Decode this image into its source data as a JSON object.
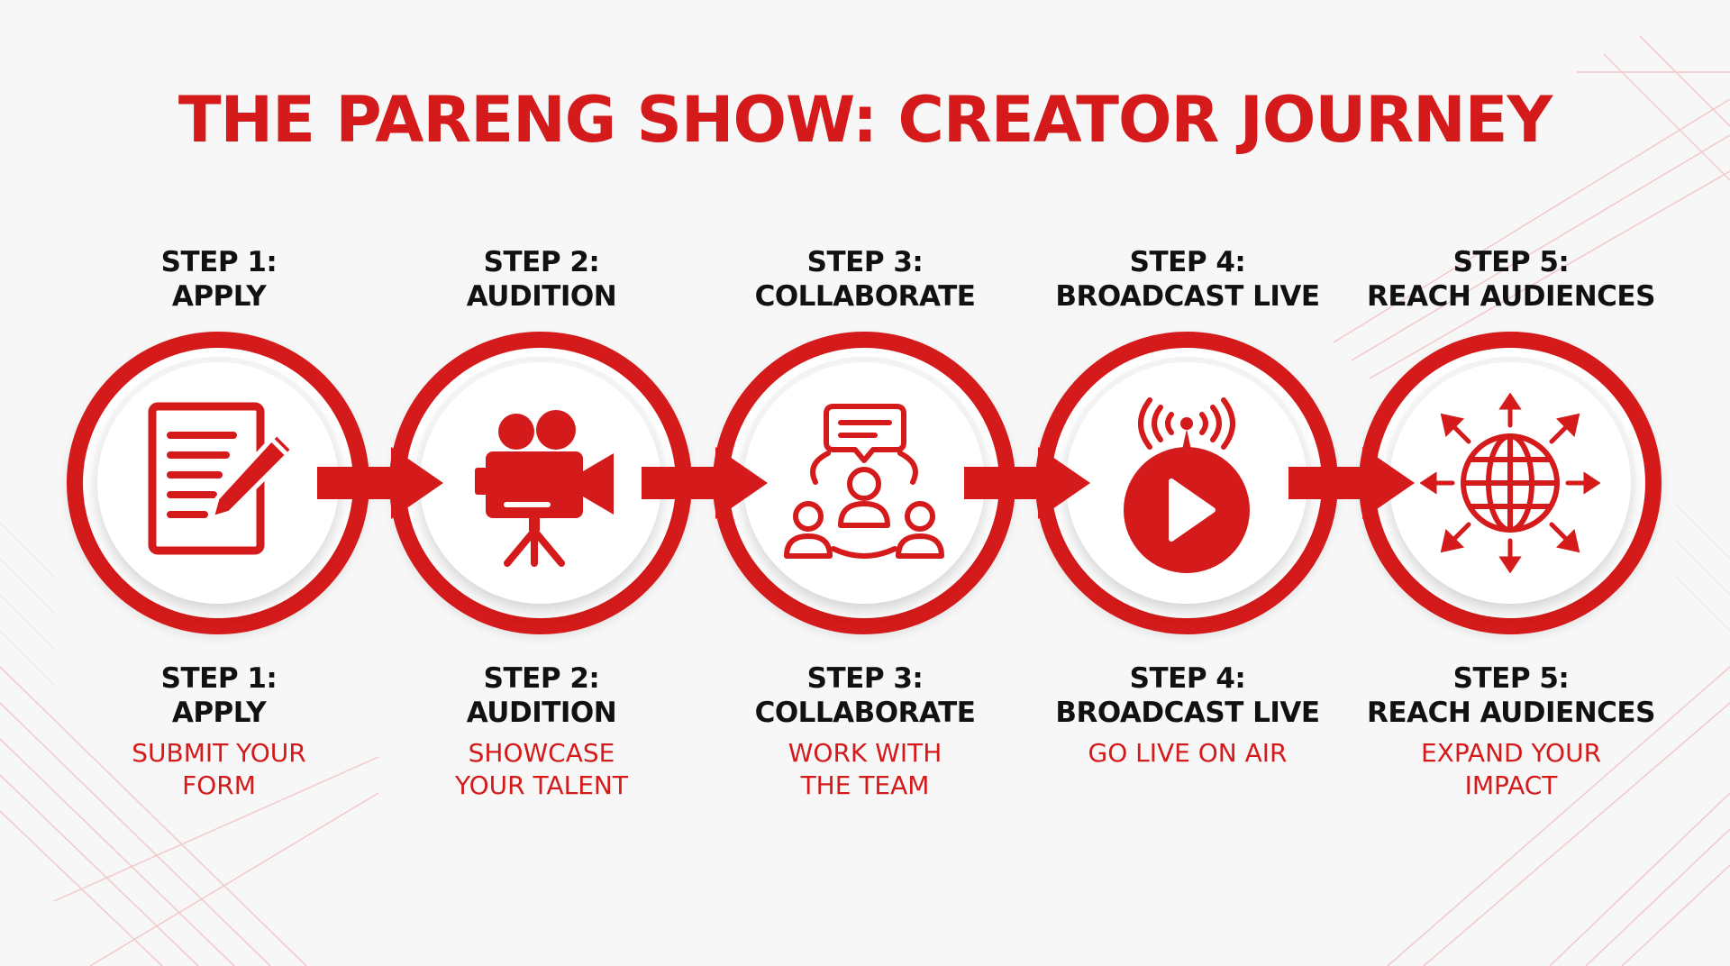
{
  "title": "THE PARENG SHOW: CREATOR JOURNEY",
  "colors": {
    "accent": "#d41a1a",
    "text": "#111111",
    "background": "#f7f7f7"
  },
  "steps": [
    {
      "number": "STEP 1:",
      "name": "APPLY",
      "desc": "SUBMIT YOUR\nFORM",
      "icon": "document-pencil-icon"
    },
    {
      "number": "STEP 2:",
      "name": "AUDITION",
      "desc": "SHOWCASE\nYOUR TALENT",
      "icon": "video-camera-icon"
    },
    {
      "number": "STEP 3:",
      "name": "COLLABORATE",
      "desc": "WORK WITH\nTHE TEAM",
      "icon": "team-chat-icon"
    },
    {
      "number": "STEP 4:",
      "name": "BROADCAST LIVE",
      "desc": "GO LIVE ON AIR",
      "icon": "broadcast-play-icon"
    },
    {
      "number": "STEP 5:",
      "name": "REACH AUDIENCES",
      "desc": "EXPAND YOUR\nIMPACT",
      "icon": "globe-expand-icon"
    }
  ]
}
